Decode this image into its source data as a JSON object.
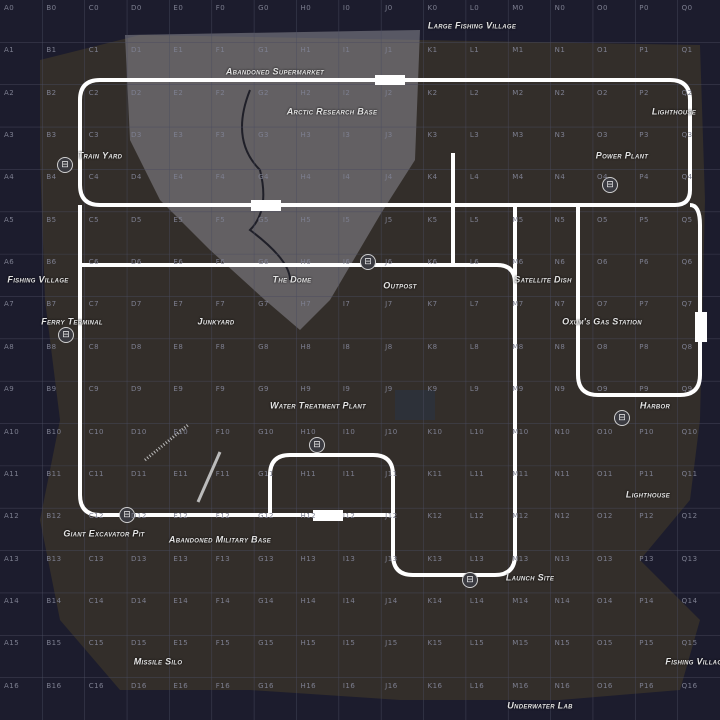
{
  "map": {
    "grid": {
      "columns": [
        "A",
        "B",
        "C",
        "D",
        "E",
        "F",
        "G",
        "H",
        "I",
        "J",
        "K",
        "L",
        "M",
        "N",
        "O",
        "P",
        "Q"
      ],
      "rows": [
        "0",
        "1",
        "2",
        "3",
        "4",
        "5",
        "6",
        "7",
        "8",
        "9",
        "10",
        "11",
        "12",
        "13",
        "14",
        "15",
        "16"
      ]
    },
    "monuments": [
      "Large Fishing Village",
      "Abandoned Supermarket",
      "Arctic Research Base",
      "Lighthouse",
      "Train Yard",
      "Power Plant",
      "Fishing Village",
      "The Dome",
      "Outpost",
      "Satellite Dish",
      "Oxum's Gas Station",
      "Junkyard",
      "Ferry Terminal",
      "Water Treatment Plant",
      "Harbor",
      "Lighthouse",
      "Giant Excavator Pit",
      "Abandoned Military Base",
      "Launch Site",
      "Missile Silo",
      "Fishing Village",
      "Underwater Lab"
    ],
    "station_icon": "train-station-icon",
    "colors": {
      "water": "#1c1c2d",
      "land": "#3a3328",
      "snow": "#8a8a90",
      "rail": "#ffffff",
      "grid": "#4a4c60"
    }
  }
}
